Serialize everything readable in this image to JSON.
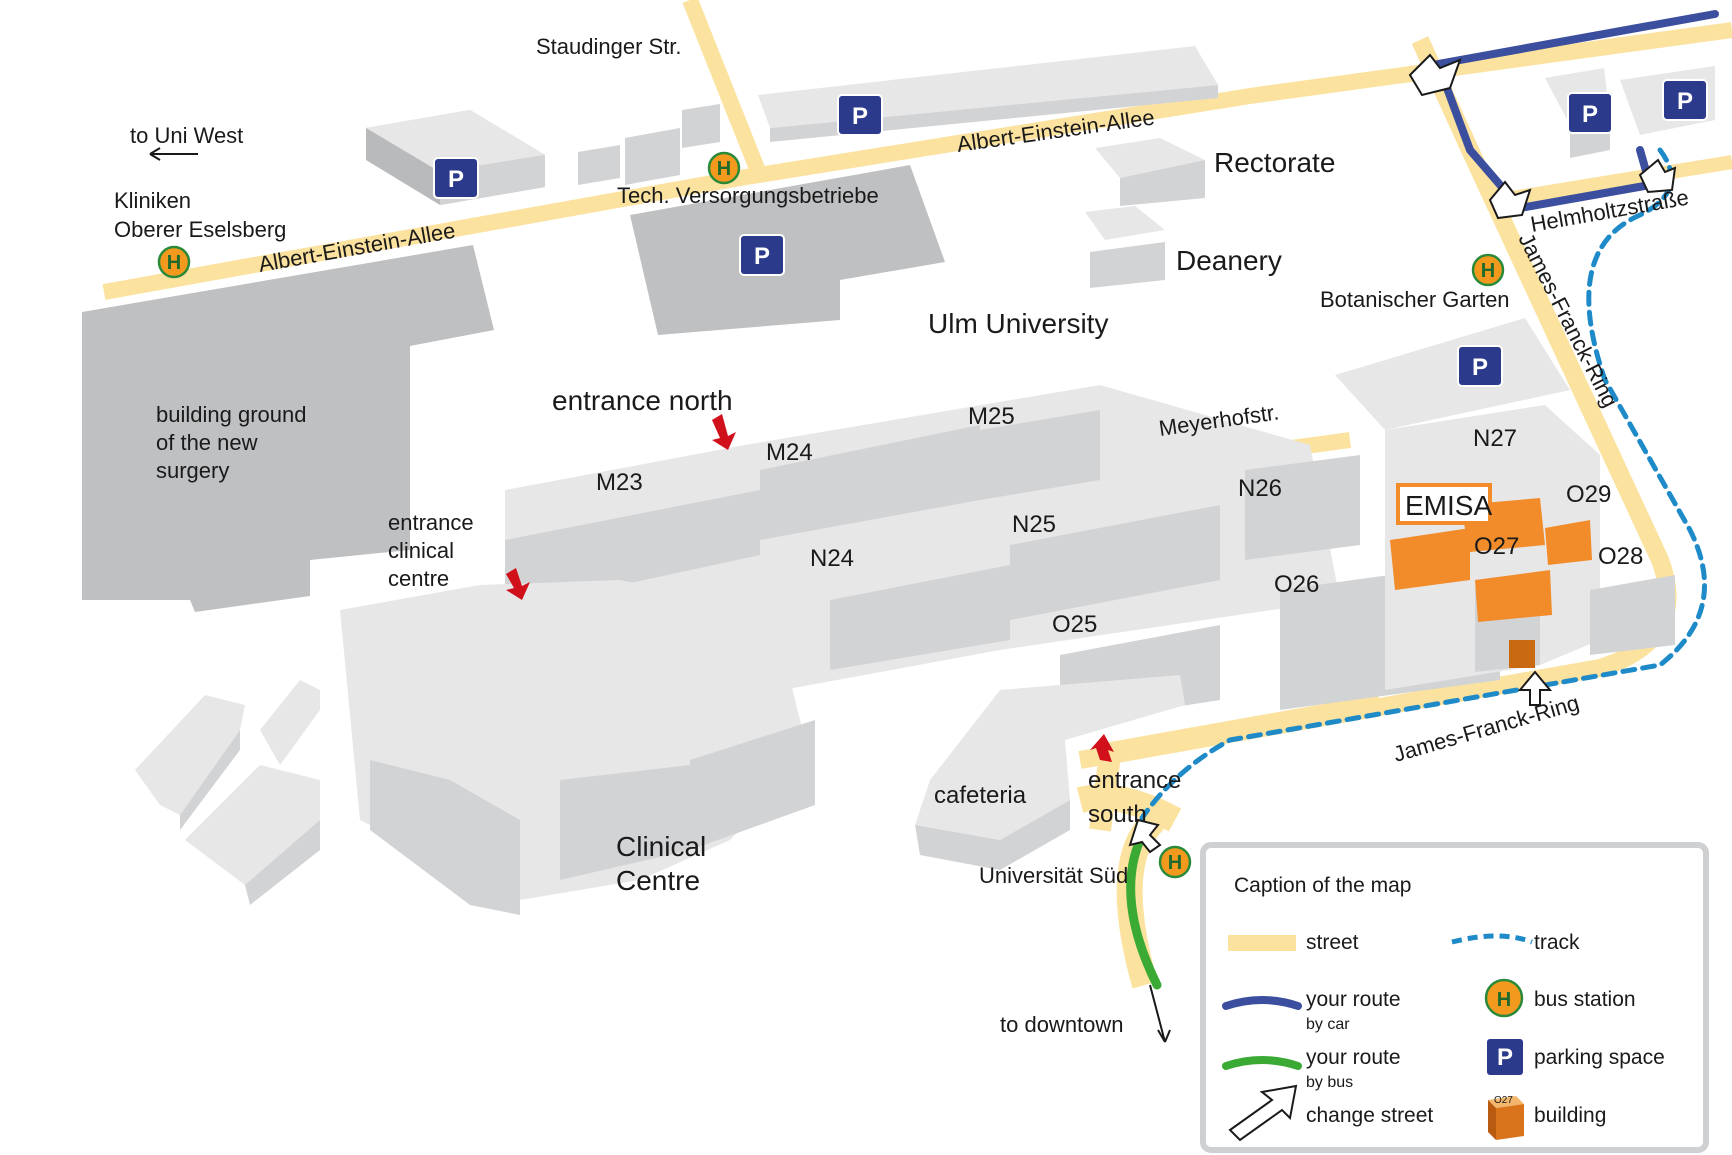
{
  "campus_title": "Ulm University",
  "streets": {
    "albert_einstein_allee_west": "Albert-Einstein-Allee",
    "albert_einstein_allee_east": "Albert-Einstein-Allee",
    "staudinger": "Staudinger Str.",
    "meyerhof": "Meyerhofstr.",
    "helmholtz": "Helmholtzstraße",
    "james_franck_ring_east": "James-Franck-Ring",
    "james_franck_ring_south": "James-Franck-Ring"
  },
  "directions": {
    "to_uni_west": "to Uni West",
    "to_downtown": "to downtown"
  },
  "bus_stops": {
    "kliniken": [
      "Kliniken",
      "Oberer Eselsberg"
    ],
    "tech": "Tech. Versorgungsbetriebe",
    "botanischer_garten": "Botanischer Garten",
    "universitaet_sued": "Universität Süd"
  },
  "places": {
    "rectorate": "Rectorate",
    "deanery": "Deanery",
    "building_ground": [
      "building ground",
      "of the new",
      "surgery"
    ],
    "clinical_centre": [
      "Clinical",
      "Centre"
    ],
    "cafeteria": "cafeteria",
    "entrance_north": "entrance north",
    "entrance_clinical": [
      "entrance",
      "clinical",
      "centre"
    ],
    "entrance_south": [
      "entrance",
      "south"
    ],
    "emisa": "EMISA"
  },
  "buildings": {
    "m23": "M23",
    "m24": "M24",
    "m25": "M25",
    "n24": "N24",
    "n25": "N25",
    "n26": "N26",
    "n27": "N27",
    "o25": "O25",
    "o26": "O26",
    "o27": "O27",
    "o28": "O28",
    "o29": "O29"
  },
  "parking_symbol": "P",
  "bus_symbol": "H",
  "legend": {
    "title": "Caption of the map",
    "street": "street",
    "track": "track",
    "route_car": "your route",
    "route_car_sub": "by car",
    "route_bus": "your route",
    "route_bus_sub": "by bus",
    "change_street": "change street",
    "bus_station": "bus station",
    "parking_space": "parking space",
    "building": "building",
    "building_icon_label": "O27"
  },
  "colors": {
    "street": "#fbe29f",
    "track": "#1f8ac8",
    "route_car": "#3b4f9e",
    "route_bus": "#3aaa35",
    "highlight": "#f28c2a",
    "parking": "#2c3a8c",
    "bus_station": "#f39a1e",
    "entrance_arrow": "#d0101a"
  }
}
